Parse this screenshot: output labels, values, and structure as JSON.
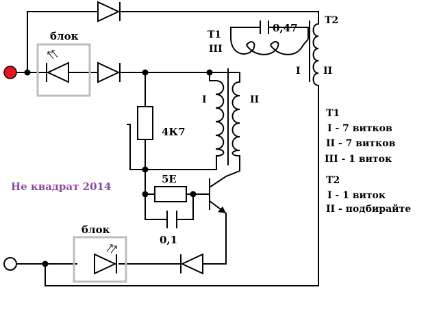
{
  "diagram": {
    "block_label_top": "блок",
    "block_label_bottom": "блок",
    "resistor_1": "4К7",
    "resistor_2": "5Е",
    "capacitor_1": "0,47",
    "capacitor_2": "0,1",
    "watermark": "Не квадрат 2014",
    "t1_label": "Т1",
    "t1_winding_3": "III",
    "t1_winding_1": "I",
    "t1_winding_2": "II",
    "t2_label": "Т2",
    "t2_winding_1": "I",
    "t2_winding_2": "II",
    "colors": {
      "positive_terminal": "#e8141b",
      "block_box": "#bdbdbd",
      "watermark": "#8b4b9d"
    }
  },
  "legend": {
    "t1_title": "Т1",
    "t1_line1": "I - 7 витков",
    "t1_line2": "II - 7 витков",
    "t1_line3": "III - 1 виток",
    "t2_title": "Т2",
    "t2_line1": "I - 1 виток",
    "t2_line2": "II - подбирайте"
  }
}
